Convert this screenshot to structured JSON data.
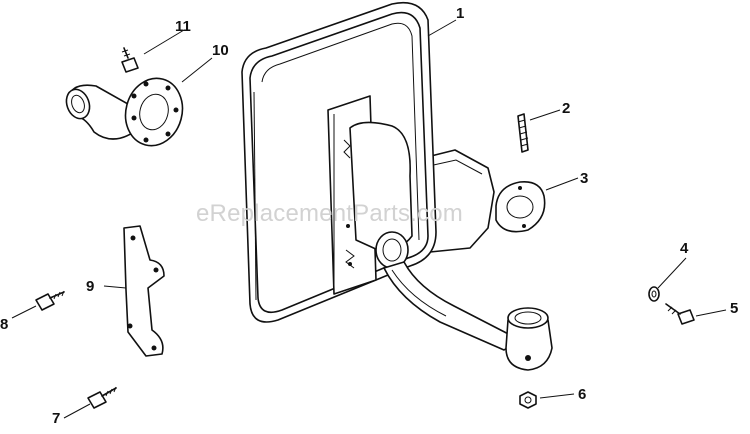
{
  "watermark": "eReplacementParts.com",
  "callouts": {
    "c1": "1",
    "c2": "2",
    "c3": "3",
    "c4": "4",
    "c5": "5",
    "c6": "6",
    "c7": "7",
    "c8": "8",
    "c9": "9",
    "c10": "10",
    "c11": "11"
  }
}
